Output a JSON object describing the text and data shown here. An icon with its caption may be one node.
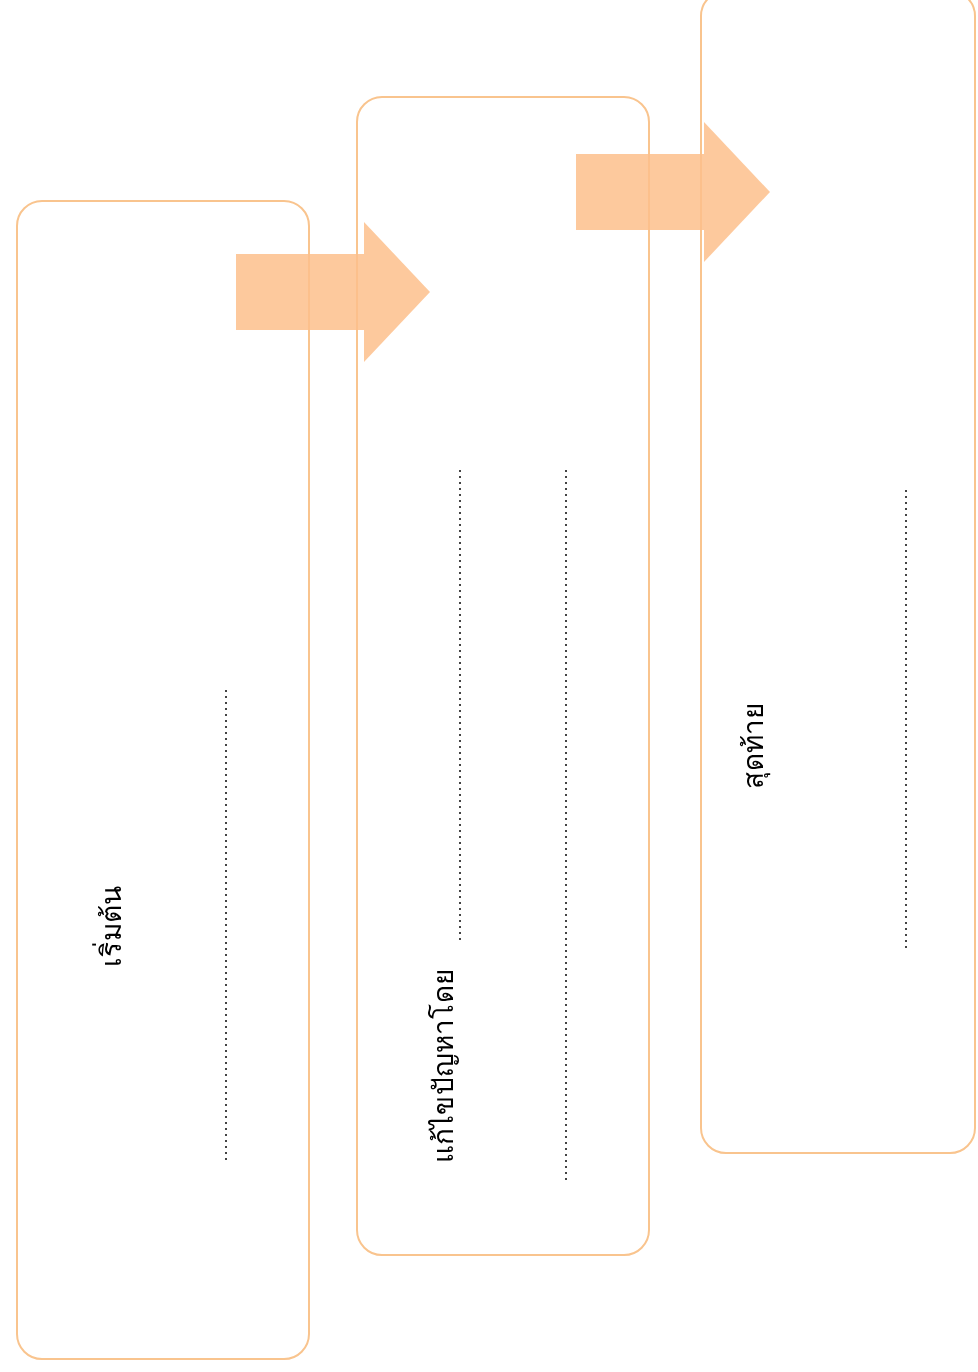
{
  "diagram": {
    "nodes": [
      {
        "text": [
          "เริ่มต้น"
        ]
      },
      {
        "text": [
          "แก้ไขปัญหาโดย"
        ]
      },
      {
        "text": [
          "สุดท้าย"
        ]
      }
    ],
    "edges": [
      {
        "from": 0,
        "to": 1,
        "arrow": "to"
      },
      {
        "from": 1,
        "to": 2,
        "arrow": "to"
      }
    ]
  }
}
